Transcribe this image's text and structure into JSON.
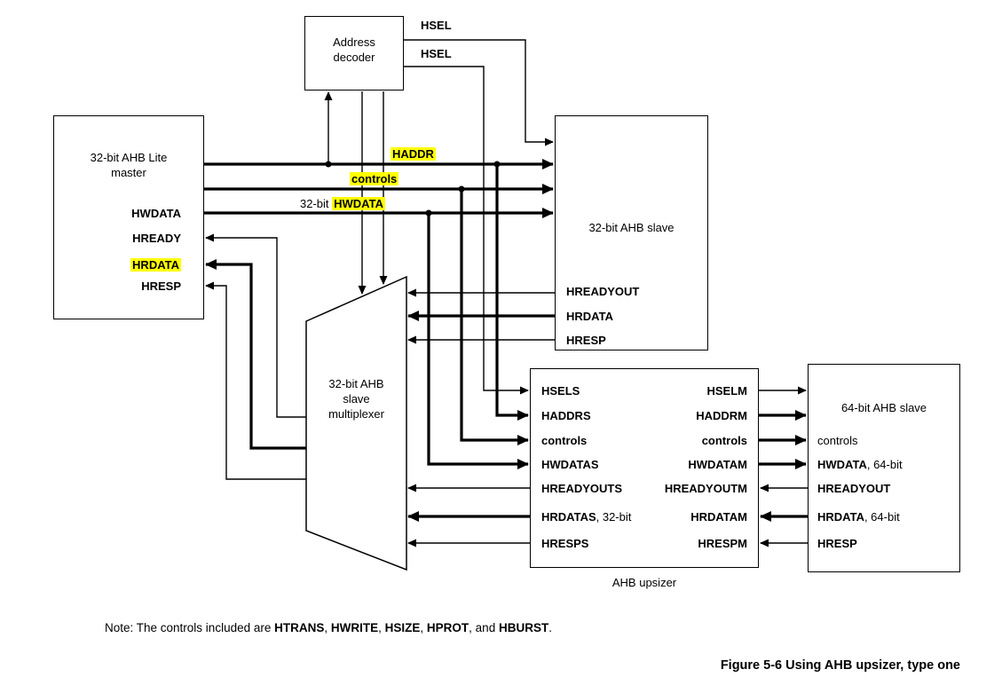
{
  "colors": {
    "highlight": "#ffff00",
    "ink": "#000000"
  },
  "decoder": {
    "label": "Address decoder"
  },
  "master": {
    "title": "32-bit AHB Lite master",
    "hwdata": "HWDATA",
    "hready": "HREADY",
    "hrdata": "HRDATA",
    "hresp": "HRESP"
  },
  "slave32": {
    "title": "32-bit AHB slave",
    "hreadyout": "HREADYOUT",
    "hrdata": "HRDATA",
    "hresp": "HRESP"
  },
  "mux": {
    "title": "32-bit AHB slave multiplexer"
  },
  "upsizer": {
    "caption": "AHB upsizer",
    "left": {
      "hsels": "HSELS",
      "haddrs": "HADDRS",
      "controls": "controls",
      "hwdatas": "HWDATAS",
      "hreadyouts": "HREADYOUTS",
      "hrdatas": "HRDATAS",
      "hrdatas_suffix": ", 32-bit",
      "hresps": "HRESPS"
    },
    "right": {
      "hselm": "HSELM",
      "haddrm": "HADDRM",
      "controls": "controls",
      "hwdatam": "HWDATAM",
      "hreadyoutm": "HREADYOUTM",
      "hrdatam": "HRDATAM",
      "hrespm": "HRESPM"
    }
  },
  "slave64": {
    "title": "64-bit AHB slave",
    "controls": "controls",
    "hwdata": "HWDATA",
    "hwdata_suffix": ", 64-bit",
    "hreadyout": "HREADYOUT",
    "hrdata": "HRDATA",
    "hrdata_suffix": ", 64-bit",
    "hresp": "HRESP"
  },
  "wires": {
    "hsel_top": "HSEL",
    "hsel_bottom": "HSEL",
    "haddr": "HADDR",
    "controls": "controls",
    "hwdata_prefix": "32-bit ",
    "hwdata": "HWDATA"
  },
  "note": {
    "segments": [
      "Note: The controls included are ",
      "HTRANS",
      ", ",
      "HWRITE",
      ", ",
      "HSIZE",
      ", ",
      "HPROT",
      ", and ",
      "HBURST",
      "."
    ]
  },
  "caption": "Figure 5-6 Using AHB upsizer, type one"
}
